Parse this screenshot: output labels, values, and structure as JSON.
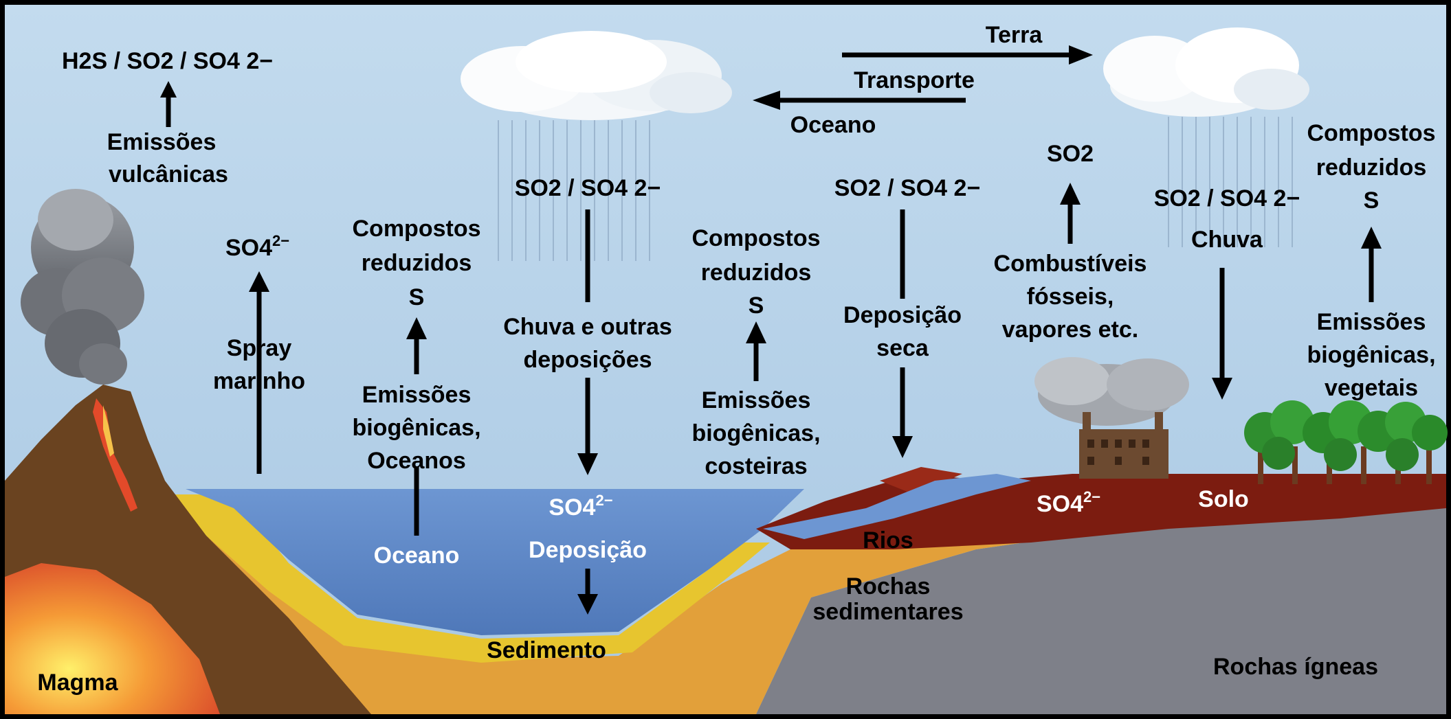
{
  "labels": {
    "volcanic_gases": "H2S / SO2 / SO4 2−",
    "volcanic_emissions_1": "Emissões",
    "volcanic_emissions_2": "vulcânicas",
    "so4_left": "SO4",
    "so4_charge": "2−",
    "spray_1": "Spray",
    "spray_2": "marinho",
    "reduced_1_line1": "Compostos",
    "reduced_1_line2": "reduzidos",
    "reduced_1_line3": "S",
    "bio_ocean_1": "Emissões",
    "bio_ocean_2": "biogênicas,",
    "bio_ocean_3": "Oceanos",
    "ocean": "Oceano",
    "so2_so4_cloud_left": "SO2 / SO4 2−",
    "rain_dep_1": "Chuva e outras",
    "rain_dep_2": "deposições",
    "so4_ocean": "SO4",
    "deposition": "Deposição",
    "sediment": "Sedimento",
    "reduced_2_line1": "Compostos",
    "reduced_2_line2": "reduzidos",
    "reduced_2_line3": "S",
    "bio_coast_1": "Emissões",
    "bio_coast_2": "biogênicas,",
    "bio_coast_3": "costeiras",
    "transport": "Transporte",
    "land": "Terra",
    "ocean_dir": "Oceano",
    "so2_so4_dry": "SO2 / SO4 2−",
    "dry_dep_1": "Deposição",
    "dry_dep_2": "seca",
    "so2_fossil": "SO2",
    "fossil_1": "Combustíveis",
    "fossil_2": "fósseis,",
    "fossil_3": "vapores etc.",
    "so2_so4_rain": "SO2 / SO4 2−",
    "rain": "Chuva",
    "reduced_3_line1": "Compostos",
    "reduced_3_line2": "reduzidos",
    "reduced_3_line3": "S",
    "bio_veg_1": "Emissões",
    "bio_veg_2": "biogênicas,",
    "bio_veg_3": "vegetais",
    "so4_soil": "SO4",
    "soil": "Solo",
    "rivers": "Rios",
    "sed_rocks_1": "Rochas",
    "sed_rocks_2": "sedimentares",
    "igneous": "Rochas ígneas",
    "magma": "Magma"
  },
  "colors": {
    "sky": "#bcd6ea",
    "ocean": "#5b86c6",
    "sediment_rock": "#e3a03c",
    "igneous": "#7d7f88",
    "soil": "#7c1c10",
    "volcano": "#6a4320",
    "magma": "#f0803a",
    "tree": "#2e8f2e",
    "border": "#000000"
  }
}
